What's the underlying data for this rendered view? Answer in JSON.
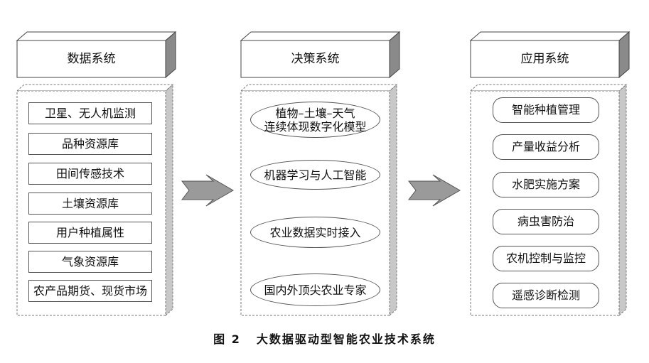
{
  "columns": {
    "data_system": {
      "title": "数据系统",
      "items": [
        "卫星、无人机监测",
        "品种资源库",
        "田间传感技术",
        "土壤资源库",
        "用户种植属性",
        "气象资源库",
        "农产品期货、现货市场"
      ]
    },
    "decision_system": {
      "title": "决策系统",
      "items": [
        {
          "line1": "植物–土壤–天气",
          "line2": "连续体现数字化模型"
        },
        {
          "line1": "机器学习与人工智能",
          "line2": ""
        },
        {
          "line1": "农业数据实时接入",
          "line2": ""
        },
        {
          "line1": "国内外顶尖农业专家",
          "line2": ""
        }
      ]
    },
    "application_system": {
      "title": "应用系统",
      "items": [
        "智能种植管理",
        "产量收益分析",
        "水肥实施方案",
        "病虫害防治",
        "农机控制与监控",
        "遥感诊断检测"
      ]
    }
  },
  "caption": {
    "label": "图 2",
    "text": "大数据驱动型智能农业技术系统"
  }
}
